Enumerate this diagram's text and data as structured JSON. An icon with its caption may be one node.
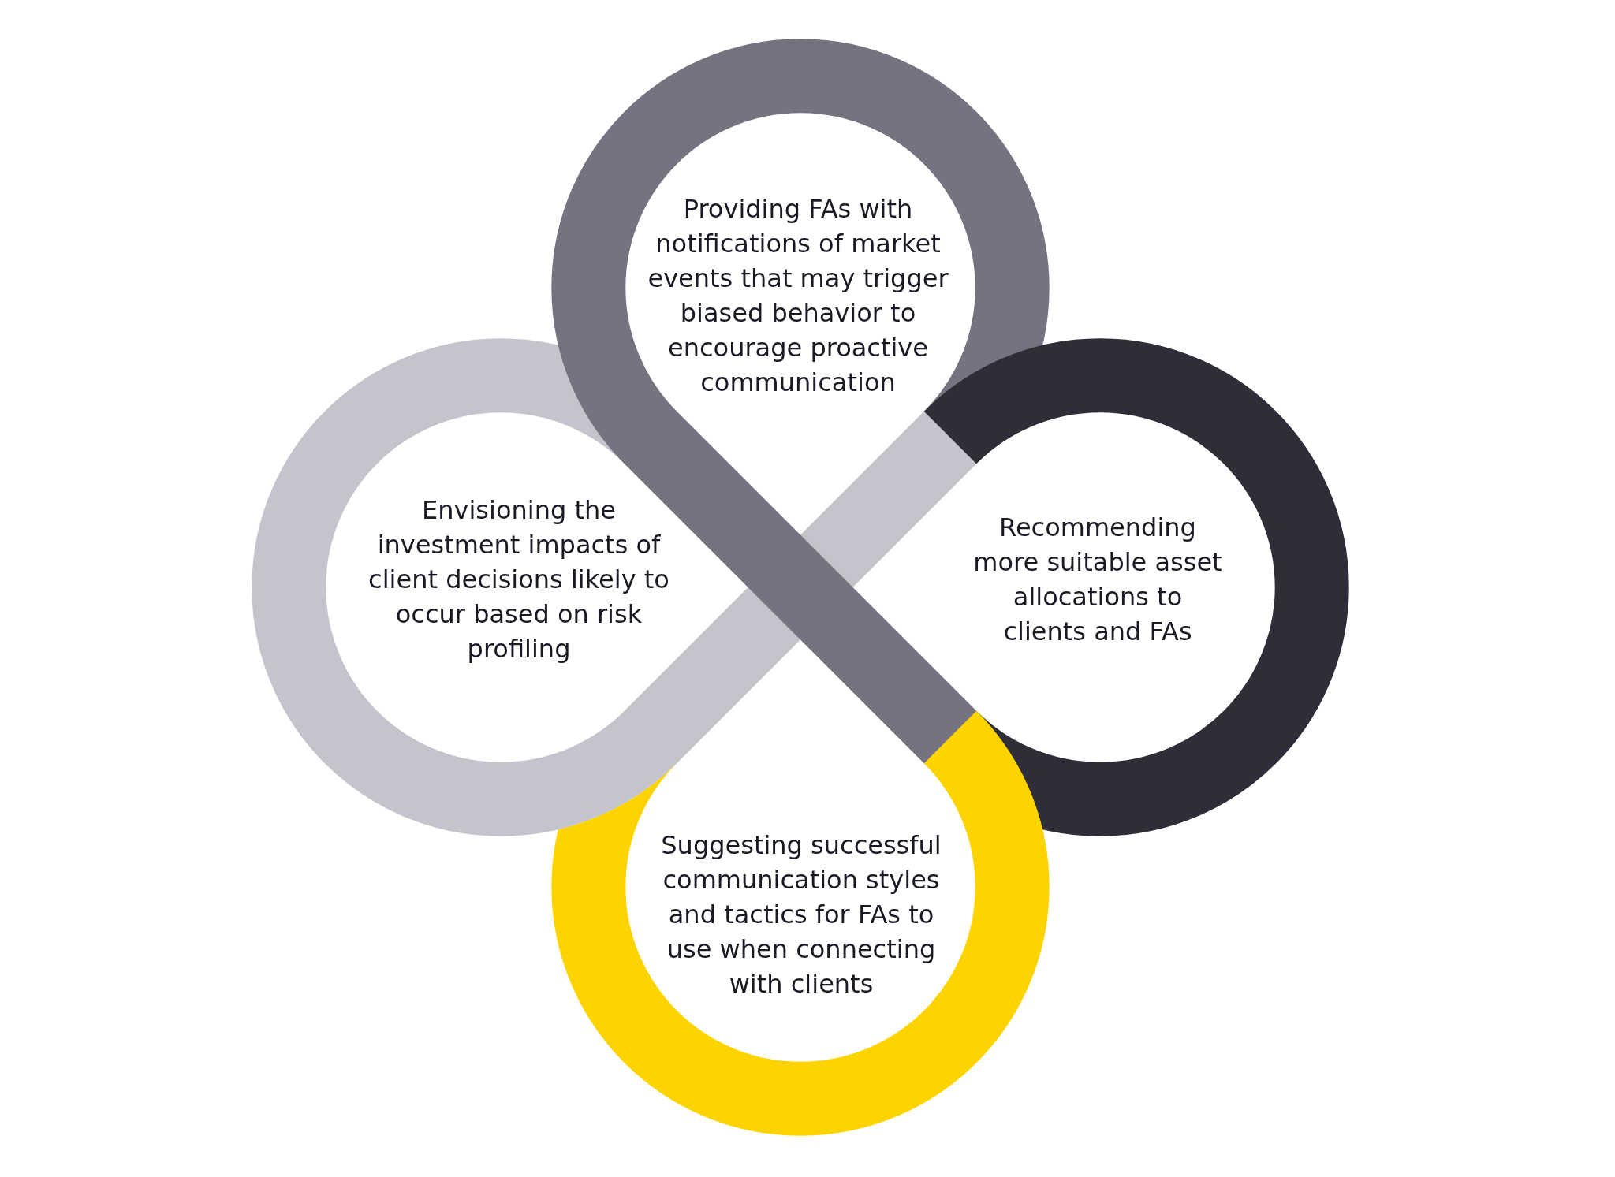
{
  "diagram": {
    "nodes": [
      {
        "text": [
          "Providing FAs with notifications of market events that may trigger biased behavior to encourage proactive communication"
        ]
      },
      {
        "text": [
          "Envisioning the investment impacts of client decisions likely to occur based on risk profiling"
        ]
      },
      {
        "text": [
          "Recommending more suitable asset allocations to clients and FAs"
        ]
      },
      {
        "text": [
          "Suggesting successful communication styles and tactics for FAs to use when connecting with clients"
        ]
      }
    ]
  }
}
